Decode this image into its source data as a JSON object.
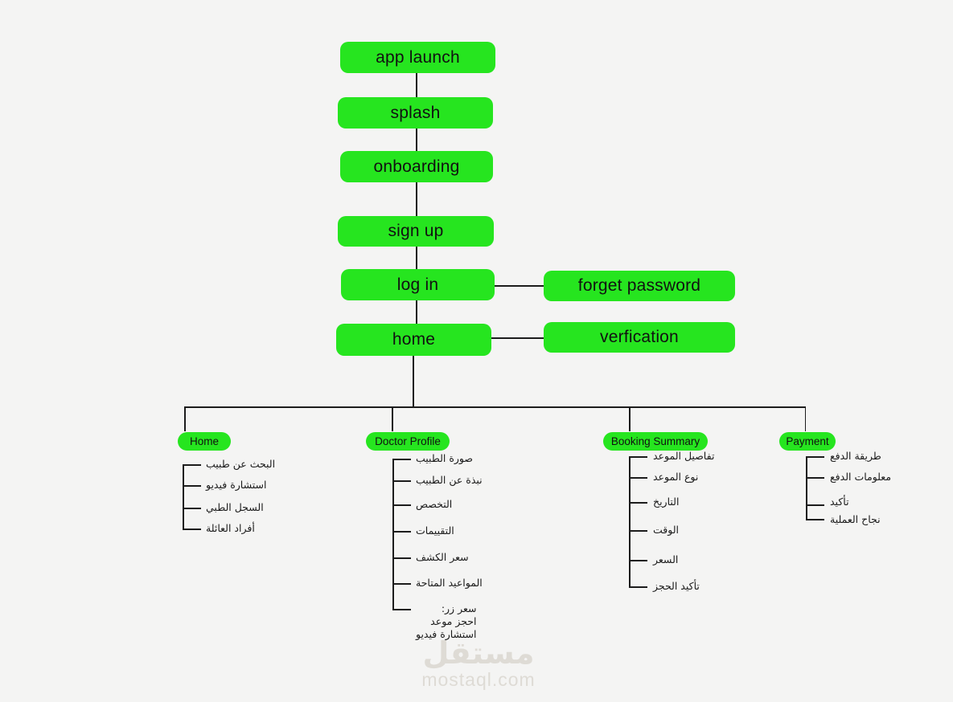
{
  "colors": {
    "background": "#f4f4f3",
    "node_green": "#26e51f",
    "line": "#1c1c1c",
    "node_text": "#111111",
    "watermark": "#dedbd5"
  },
  "flow": {
    "nodes": [
      {
        "label": "app launch"
      },
      {
        "label": "splash"
      },
      {
        "label": "onboarding"
      },
      {
        "label": "sign up"
      },
      {
        "label": "log in"
      },
      {
        "label": "home"
      }
    ],
    "side_nodes": [
      {
        "label": "forget password",
        "attached_to": "log in"
      },
      {
        "label": "verfication",
        "attached_to": "home"
      }
    ]
  },
  "branches": [
    {
      "label": "Home",
      "items": [
        {
          "label": "البحث عن طبيب"
        },
        {
          "label": "استشارة فيديو"
        },
        {
          "label": "السجل الطبي"
        },
        {
          "label": "أفراد العائلة"
        }
      ]
    },
    {
      "label": "Doctor Profile",
      "items": [
        {
          "label": "صورة الطبيب"
        },
        {
          "label": "نبذة عن الطبيب"
        },
        {
          "label": "التخصص"
        },
        {
          "label": "التقييمات"
        },
        {
          "label": "سعر الكشف"
        },
        {
          "label": "المواعيد المتاحة"
        },
        {
          "lines": [
            "سعر زر:",
            "احجز موعد",
            "استشارة فيديو"
          ]
        }
      ]
    },
    {
      "label": "Booking Summary",
      "items": [
        {
          "label": "تفاصيل الموعد"
        },
        {
          "label": "نوع الموعد"
        },
        {
          "label": "التاريخ"
        },
        {
          "label": "الوقت"
        },
        {
          "label": "السعر"
        },
        {
          "label": "تأكيد الحجز"
        }
      ]
    },
    {
      "label": "Payment",
      "items": [
        {
          "label": "طريقة الدفع"
        },
        {
          "label": "معلومات الدفع"
        },
        {
          "label": "تأكيد"
        },
        {
          "label": "نجاح العملية"
        }
      ]
    }
  ],
  "watermark": {
    "logo": "مستقل",
    "domain": "mostaql.com"
  }
}
